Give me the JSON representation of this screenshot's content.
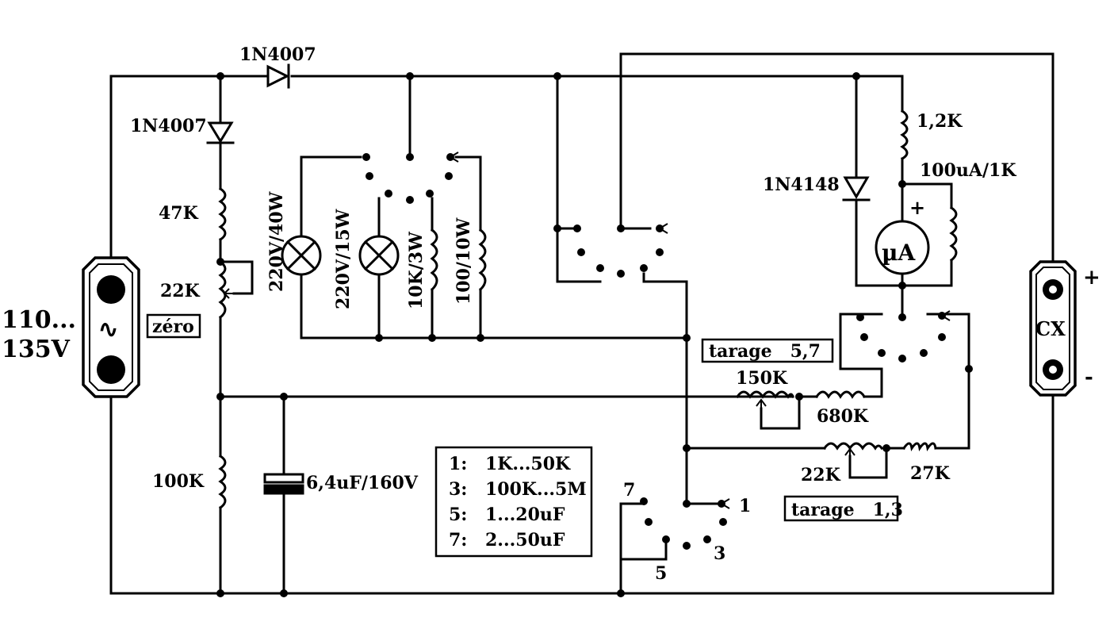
{
  "labels": {
    "d1": "1N4007",
    "d2": "1N4007",
    "d3": "1N4148",
    "r47k": "47K",
    "r22k_zero": "22K",
    "zero": "zéro",
    "r100k": "100K",
    "cap": "6,4uF/160V",
    "lamp40": "220V/40W",
    "lamp15": "220V/15W",
    "r10k3w": "10K/3W",
    "r100_10w": "100/10W",
    "r12k": "1,2K",
    "meter": "100uA/1K",
    "ua": "µA",
    "plus_meter": "+",
    "tarage57": "tarage   5,7",
    "r150k": "150K",
    "r680k": "680K",
    "r22k_b": "22K",
    "r27k": "27K",
    "tarage13": "tarage   1,3",
    "cx": "CX",
    "cx_plus": "+",
    "cx_minus": "-",
    "supply_line1": "110...",
    "supply_line2": "135V",
    "ac_symbol": "∿",
    "sw_pos1": "1",
    "sw_pos3": "3",
    "sw_pos5": "5",
    "sw_pos7": "7"
  },
  "ranges": [
    {
      "pos": "1:",
      "range": "1K...50K"
    },
    {
      "pos": "3:",
      "range": "100K...5M"
    },
    {
      "pos": "5:",
      "range": "1...20uF"
    },
    {
      "pos": "7:",
      "range": "2...50uF"
    }
  ]
}
